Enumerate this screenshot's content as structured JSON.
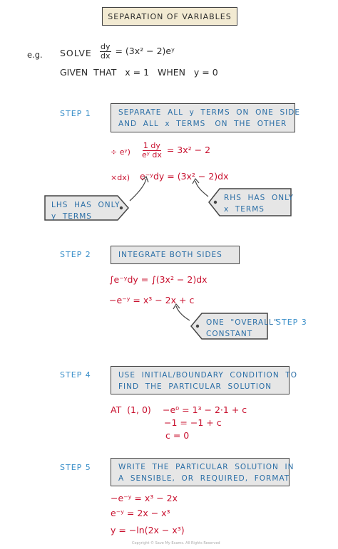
{
  "title": "SEPARATION OF VARIABLES",
  "example": {
    "eg": "e.g.",
    "solve": "SOLVE",
    "frac_num": "dy",
    "frac_den": "dx",
    "rhs": "= (3x² − 2)eʸ",
    "given": "GIVEN  THAT   x = 1   WHEN   y = 0"
  },
  "step1": {
    "label": "STEP  1",
    "box_line1": "SEPARATE  ALL  y  TERMS  ON  ONE  SIDE",
    "box_line2": "AND  ALL  x  TERMS   ON  THE  OTHER",
    "op1": "÷ eʸ)",
    "eq1_num": "1  dy",
    "eq1_den": "eʸ dx",
    "eq1_rhs": "= 3x² − 2",
    "op2": "×dx)",
    "eq2": "e⁻ʸdy = (3x² − 2)dx",
    "lhs_line1": "LHS  HAS  ONLY",
    "lhs_line2": "y  TERMS",
    "rhs_line1": "RHS  HAS  ONLY",
    "rhs_line2": "x  TERMS"
  },
  "step2": {
    "label": "STEP  2",
    "box": "INTEGRATE  BOTH  SIDES",
    "eq1": "∫e⁻ʸdy = ∫(3x² − 2)dx",
    "eq2": "−e⁻ʸ = x³ − 2x + c",
    "callout_line1": "ONE  \"OVERALL\"",
    "callout_line2": "CONSTANT",
    "step3": "STEP  3"
  },
  "step4": {
    "label": "STEP  4",
    "box_line1": "USE  INITIAL/BOUNDARY  CONDITION  TO",
    "box_line2": "FIND  THE  PARTICULAR  SOLUTION",
    "at": "AT  (1, 0)",
    "eq1": "−e⁰ = 1³ − 2·1 + c",
    "eq2": "−1 = −1 + c",
    "eq3": "c = 0"
  },
  "step5": {
    "label": "STEP  5",
    "box_line1": "WRITE  THE  PARTICULAR  SOLUTION  IN",
    "box_line2": "A  SENSIBLE,  OR  REQUIRED,  FORMAT",
    "eq1": "−e⁻ʸ = x³ − 2x",
    "eq2": "e⁻ʸ = 2x − x³",
    "eq3": "y = −ln(2x − x³)"
  },
  "footer": "Copyright © Save My Exams. All Rights Reserved",
  "colors": {
    "title_bg": "#f2ead2",
    "box_bg": "#e6e6e6",
    "blue": "#3a8fc9",
    "red": "#c8102e"
  }
}
